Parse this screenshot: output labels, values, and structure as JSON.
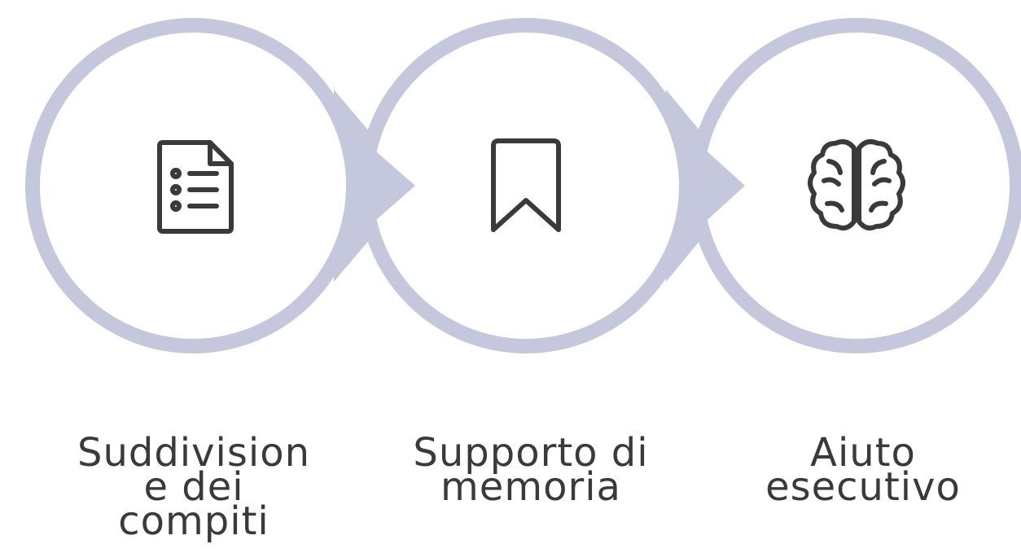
{
  "colors": {
    "ring": "#c5c7dc",
    "icon": "#3a3a3c",
    "text": "#3a3a3c",
    "background": "#ffffff"
  },
  "steps": [
    {
      "label": "Suddivision\ne dei\ncompiti",
      "icon": "task-list-icon"
    },
    {
      "label": "Supporto di\nmemoria",
      "icon": "bookmark-icon"
    },
    {
      "label": "Aiuto\nesecutivo",
      "icon": "brain-icon"
    }
  ]
}
